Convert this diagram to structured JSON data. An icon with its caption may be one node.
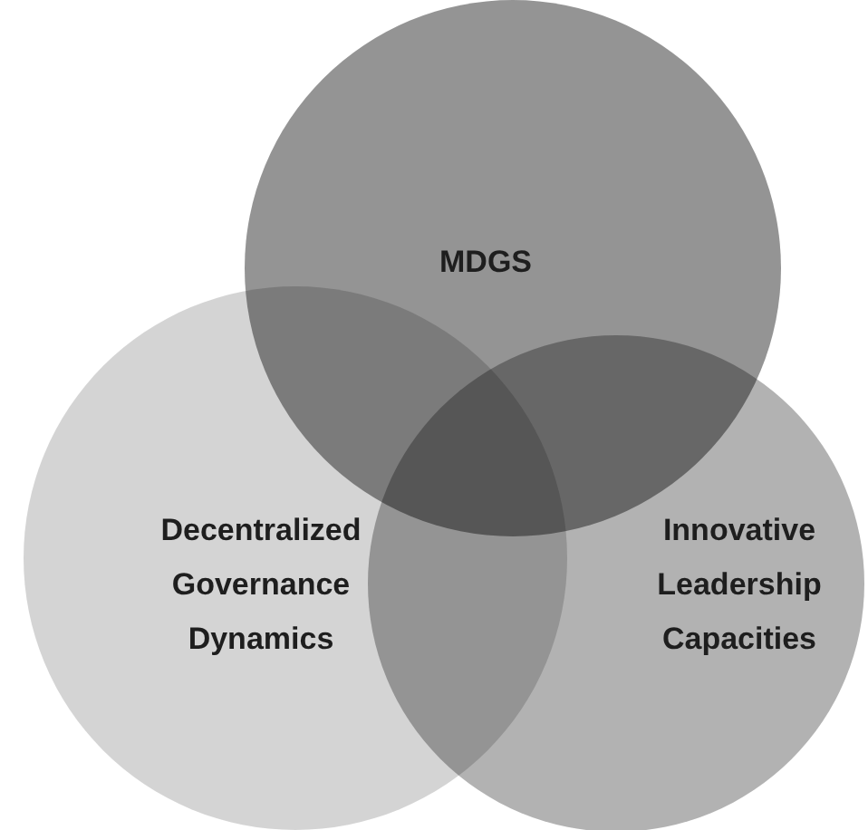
{
  "diagram": {
    "nodes": [
      {
        "text": [
          "MDGS"
        ]
      },
      {
        "text": [
          "Decentralized Governance Dynamics"
        ]
      },
      {
        "text": [
          "Innovative Leadership Capacities"
        ]
      }
    ]
  }
}
